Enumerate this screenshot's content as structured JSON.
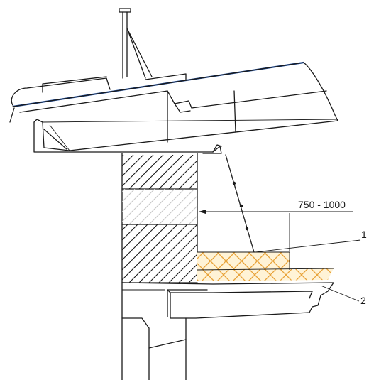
{
  "dimension": {
    "text": "750 - 1000"
  },
  "callouts": [
    {
      "id": "1",
      "text": "1"
    },
    {
      "id": "2",
      "text": "2"
    }
  ],
  "colors": {
    "roof_edge": "#1f4fa0",
    "insulation_stroke": "#e8a33a",
    "insulation_fill": "#fff3d6",
    "line": "#1a1a1a"
  }
}
